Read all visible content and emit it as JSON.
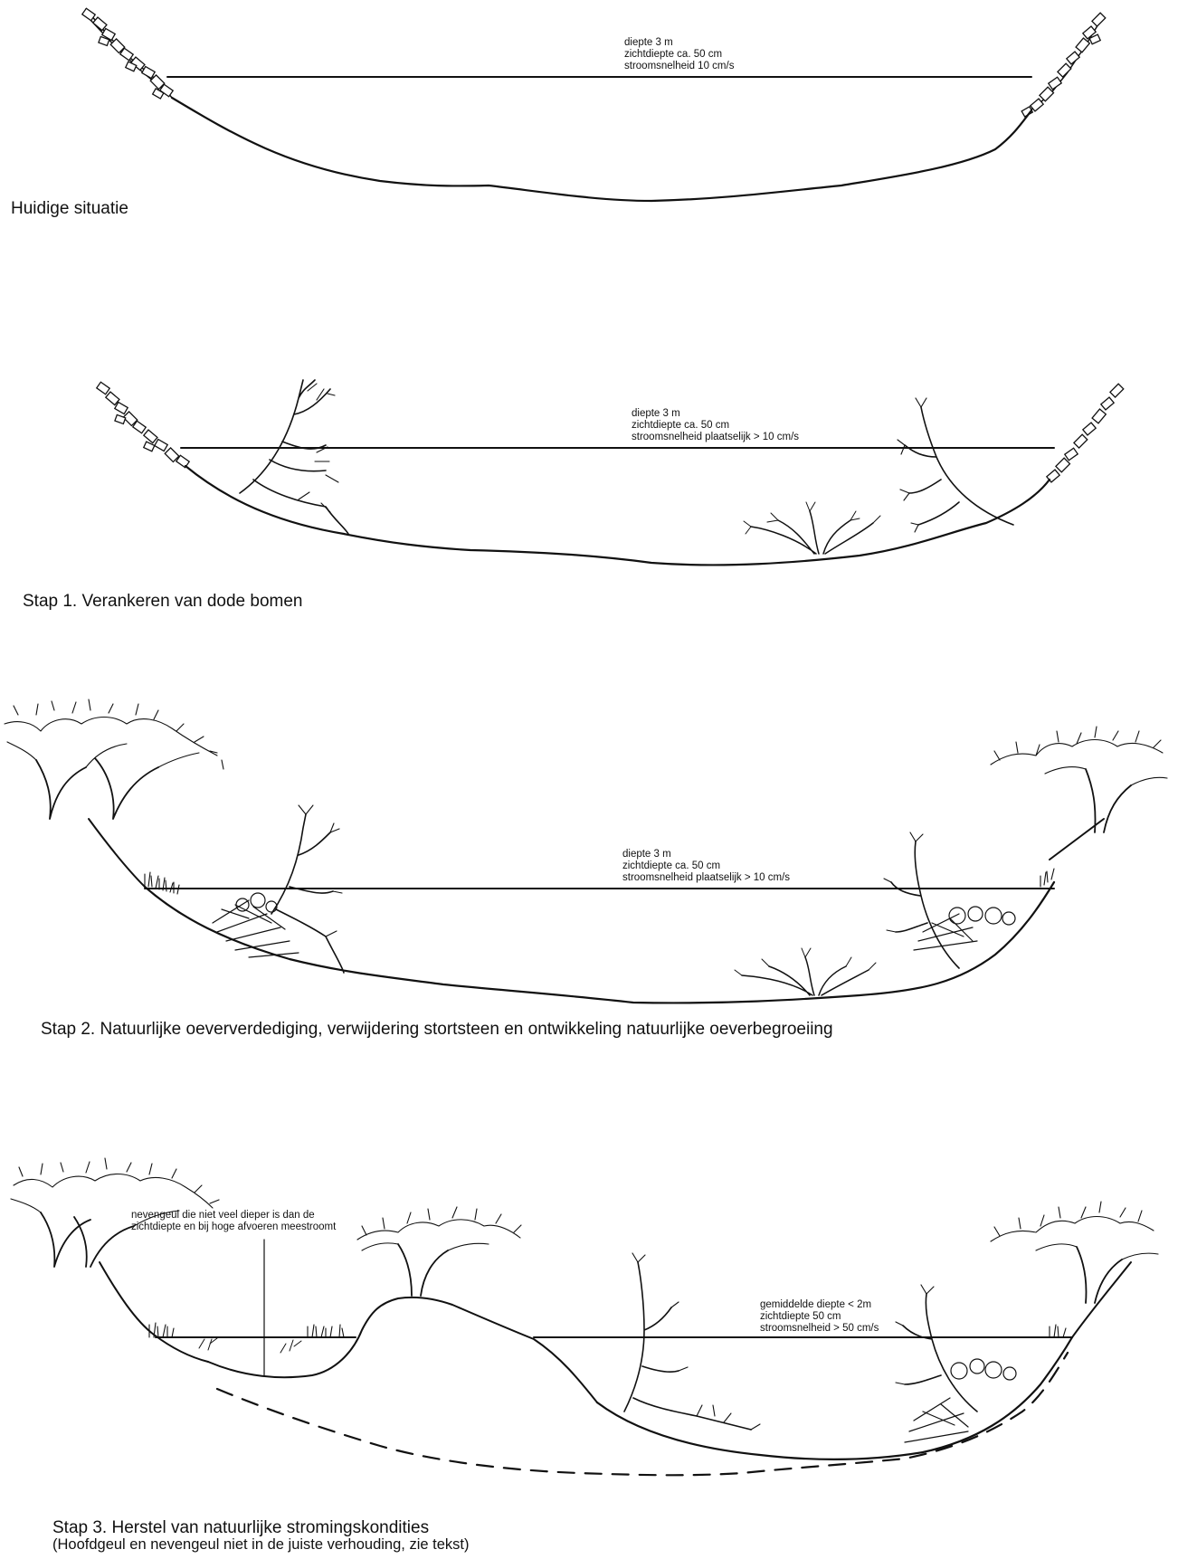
{
  "panels": [
    {
      "caption": "Huidige situatie",
      "notes": [
        "diepte 3 m",
        "zichtdiepte ca. 50 cm",
        "stroomsnelheid 10 cm/s"
      ]
    },
    {
      "caption": "Stap 1. Verankeren van dode bomen",
      "notes": [
        "diepte 3 m",
        "zichtdiepte ca. 50 cm",
        "stroomsnelheid plaatselijk > 10 cm/s"
      ]
    },
    {
      "caption": "Stap 2. Natuurlijke oeververdediging, verwijdering stortsteen en ontwikkeling natuurlijke oeverbegroeiing",
      "notes": [
        "diepte 3 m",
        "zichtdiepte ca. 50 cm",
        "stroomsnelheid plaatselijk > 10 cm/s"
      ]
    },
    {
      "caption": "Stap 3. Herstel van natuurlijke stromingskondities",
      "caption_line2": "(Hoofdgeul en nevengeul niet in de juiste verhouding, zie tekst)",
      "notes": [
        "gemiddelde diepte < 2m",
        "zichtdiepte 50 cm",
        "stroomsnelheid > 50 cm/s"
      ],
      "side_channel_notes": [
        "nevengeul die niet veel dieper is dan de",
        "zichtdiepte en bij hoge afvoeren meestroomt"
      ]
    }
  ],
  "icons": [
    "riprap-stones",
    "dead-tree",
    "tree-canopy",
    "shrub",
    "reed-tuft",
    "brushwood-pile"
  ]
}
